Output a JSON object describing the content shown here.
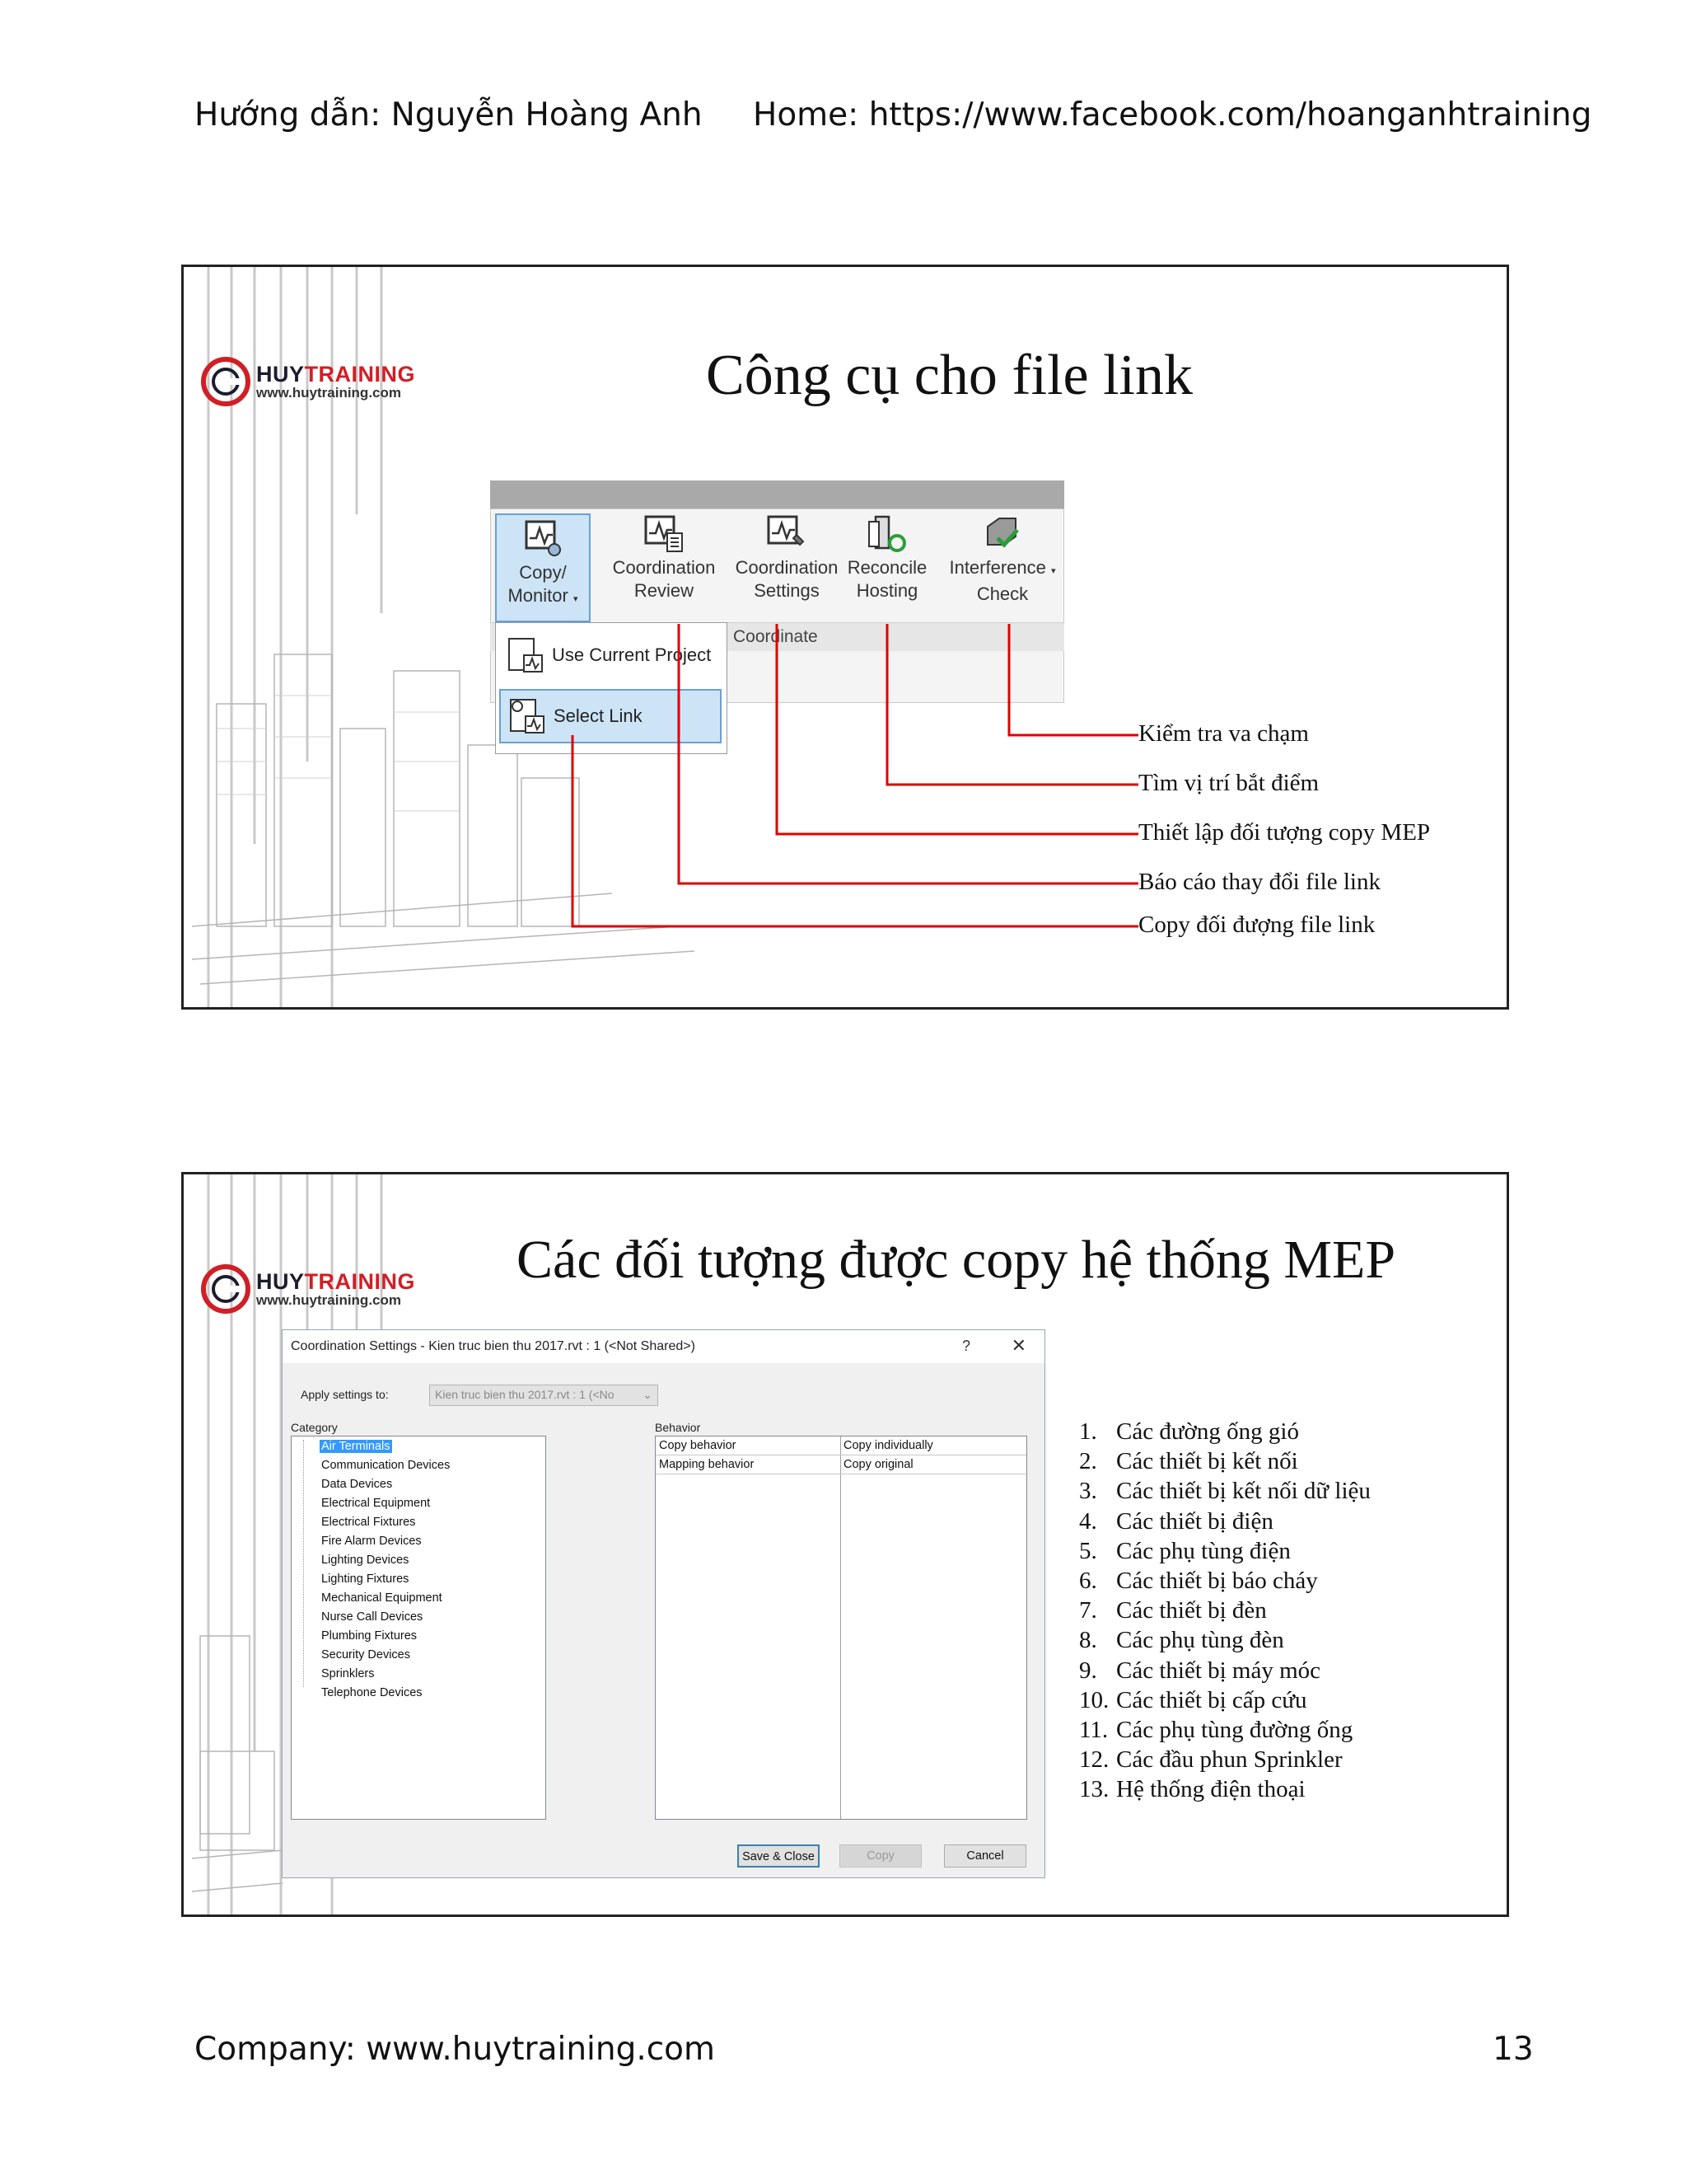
{
  "header": {
    "left": "Hướng dẫn: Nguyễn Hoàng Anh",
    "right": "Home: https://www.facebook.com/hoanganhtraining"
  },
  "footer": {
    "left": "Company: www.huytraining.com",
    "page_number": "13"
  },
  "logo": {
    "brand_part1": "HUY",
    "brand_part2": "TRAINING",
    "url": "www.huytraining.com",
    "red": "#d01f26"
  },
  "slide1": {
    "title": "Công cụ cho file link",
    "ribbon": {
      "buttons": [
        {
          "line1": "Copy/",
          "line2": "Monitor",
          "icon": "copy-monitor-icon"
        },
        {
          "line1": "Coordination",
          "line2": "Review",
          "icon": "coordination-review-icon"
        },
        {
          "line1": "Coordination",
          "line2": "Settings",
          "icon": "coordination-settings-icon"
        },
        {
          "line1": "Reconcile",
          "line2": "Hosting",
          "icon": "reconcile-hosting-icon"
        },
        {
          "line1": "Interference",
          "line2": "Check",
          "icon": "interference-check-icon"
        }
      ],
      "panel_label": "Coordinate",
      "dropdown": [
        "Use Current Project",
        "Select Link"
      ]
    },
    "annotations": [
      "Kiểm tra va chạm",
      "Tìm vị trí bắt điểm",
      "Thiết lập đối tượng copy MEP",
      "Báo cáo thay đổi file link",
      "Copy đối đượng file link"
    ],
    "leader_color": "#e00000"
  },
  "slide2": {
    "title": "Các đối tượng được copy hệ thống MEP",
    "dialog": {
      "title": "Coordination Settings - Kien truc bien thu 2017.rvt : 1 (<Not Shared>)",
      "help": "?",
      "close": "✕",
      "apply_label": "Apply settings to:",
      "apply_value": "Kien truc bien thu 2017.rvt : 1 (<No",
      "category_label": "Category",
      "behavior_label": "Behavior",
      "categories": [
        "Air Terminals",
        "Communication Devices",
        "Data Devices",
        "Electrical Equipment",
        "Electrical Fixtures",
        "Fire Alarm Devices",
        "Lighting Devices",
        "Lighting Fixtures",
        "Mechanical Equipment",
        "Nurse Call Devices",
        "Plumbing Fixtures",
        "Security Devices",
        "Sprinklers",
        "Telephone Devices"
      ],
      "behavior_rows": [
        {
          "name": "Copy behavior",
          "value": "Copy individually"
        },
        {
          "name": "Mapping behavior",
          "value": "Copy original"
        }
      ],
      "buttons": {
        "save": "Save & Close",
        "copy": "Copy",
        "cancel": "Cancel"
      }
    },
    "list": [
      {
        "num": "1.",
        "text": "Các đường ống gió"
      },
      {
        "num": "2.",
        "text": "Các thiết bị kết nối"
      },
      {
        "num": "3.",
        "text": "Các thiết bị kết nối dữ liệu"
      },
      {
        "num": "4.",
        "text": "Các thiết bị điện"
      },
      {
        "num": "5.",
        "text": "Các phụ tùng điện"
      },
      {
        "num": "6.",
        "text": "Các thiết bị báo cháy"
      },
      {
        "num": "7.",
        "text": "Các thiết bị đèn"
      },
      {
        "num": "8.",
        "text": "Các phụ tùng đèn"
      },
      {
        "num": "9.",
        "text": "Các thiết bị máy móc"
      },
      {
        "num": "10.",
        "text": "Các thiết bị cấp cứu"
      },
      {
        "num": "11.",
        "text": "Các phụ tùng đường ống"
      },
      {
        "num": "12.",
        "text": "Các đầu phun Sprinkler"
      },
      {
        "num": "13.",
        "text": "Hệ thống điện thoại"
      }
    ]
  }
}
